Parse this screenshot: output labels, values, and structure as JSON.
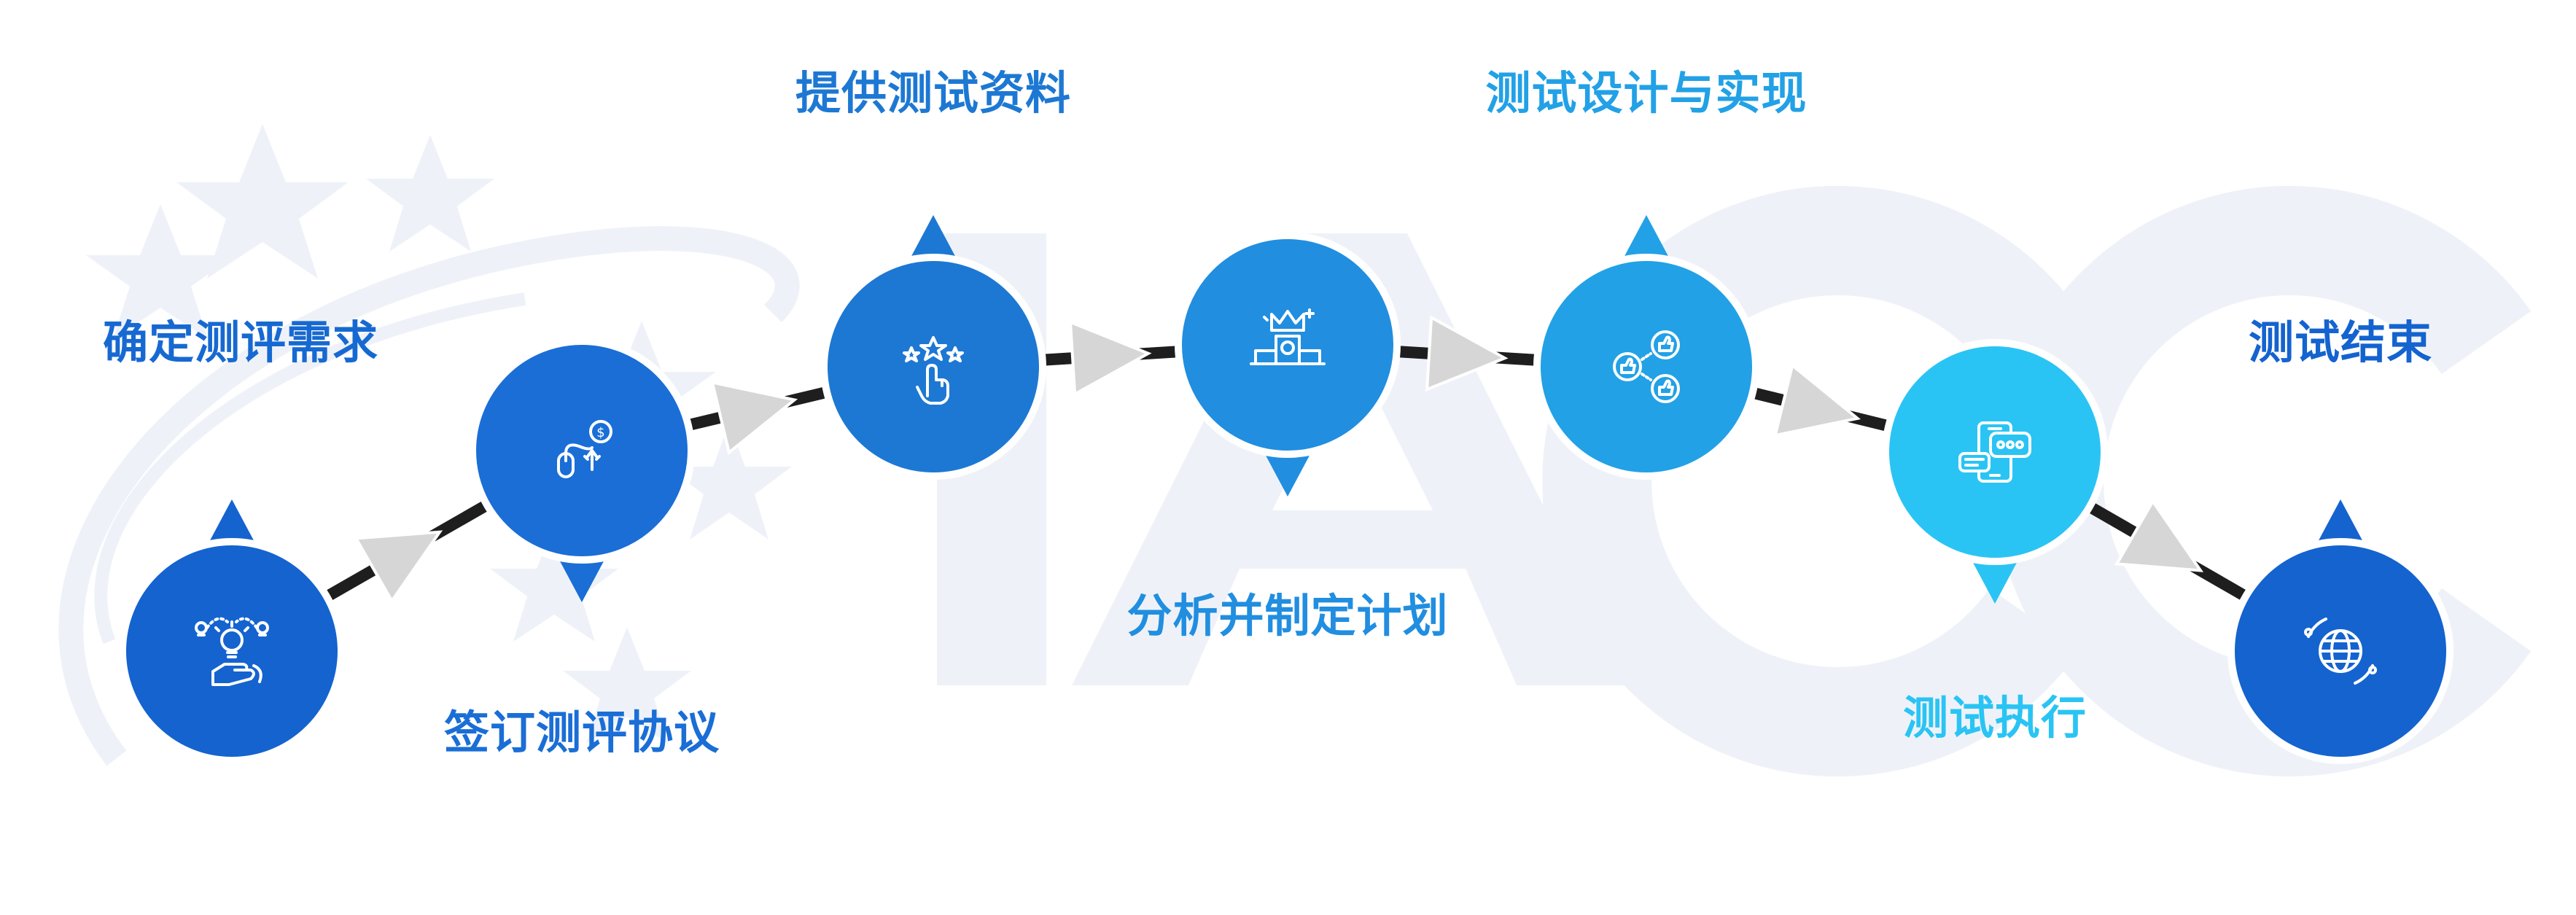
{
  "colors": {
    "background": "#ffffff",
    "watermark": "#eef2f8",
    "connector": "#1e1e1e",
    "arrow": "#d6d6d6",
    "circle_border": "#ffffff",
    "icon_stroke": "#ffffff"
  },
  "steps": [
    {
      "label": "确定测评需求",
      "color": "#1463cf",
      "label_color": "#1769d2",
      "icon": "lightbulb-hand-icon",
      "pointer": "up"
    },
    {
      "label": "签订测评协议",
      "color": "#1a6ed6",
      "label_color": "#1a6ed6",
      "icon": "mouse-coin-icon",
      "pointer": "down"
    },
    {
      "label": "提供测试资料",
      "color": "#1d78d3",
      "label_color": "#1d78d3",
      "icon": "stars-touch-icon",
      "pointer": "up"
    },
    {
      "label": "分析并制定计划",
      "color": "#218ee0",
      "label_color": "#218ee0",
      "icon": "podium-crown-icon",
      "pointer": "down"
    },
    {
      "label": "测试设计与实现",
      "color": "#22a1e6",
      "label_color": "#22a1e6",
      "icon": "thumbs-up-icon",
      "pointer": "up"
    },
    {
      "label": "测试执行",
      "color": "#2ac4f4",
      "label_color": "#2ac4f4",
      "icon": "phone-chat-icon",
      "pointer": "down"
    },
    {
      "label": "测试结束",
      "color": "#1463cf",
      "label_color": "#1463cf",
      "icon": "globe-icon",
      "pointer": "up"
    }
  ]
}
